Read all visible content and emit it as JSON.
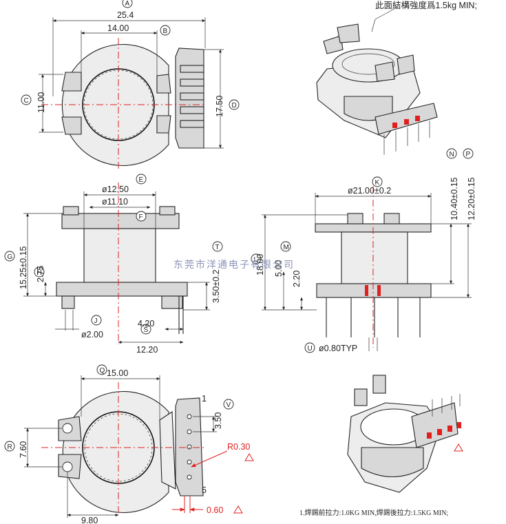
{
  "top_note": "此面結構強度爲1.5kg MIN;",
  "watermark": "东莞市洋通电子有限公司",
  "bottom_note": "1.焊錫前拉力:1.0KG MIN,焊錫後拉力:1.5KG MIN;",
  "labels": {
    "A": "A",
    "B": "B",
    "C": "C",
    "D": "D",
    "E": "E",
    "F": "F",
    "G": "G",
    "H": "H",
    "J": "J",
    "K": "K",
    "L": "L",
    "M": "M",
    "N": "N",
    "P": "P",
    "Q": "Q",
    "R": "R",
    "S": "S",
    "T": "T",
    "U": "U",
    "V": "V"
  },
  "dims": {
    "A": "25.4",
    "B": "14.00",
    "C": "11.00",
    "D": "17.50",
    "E": "ø12.50",
    "F": "ø11.10",
    "G": "15.25±0.15",
    "H": "2.75",
    "J": "ø2.00",
    "S": "4.20",
    "S2": "12.20",
    "T": "3.50±0.2",
    "K": "ø21.00±0.2",
    "L": "18.00",
    "M": "5.00",
    "M2": "2.20",
    "N": "10.40±0.15",
    "P": "12.20±0.15",
    "U": "ø0.80TYP",
    "Q": "15.00",
    "R": "7.60",
    "R2": "9.80",
    "V": "3.50",
    "R030": "R0.30",
    "W": "0.60",
    "pin1": "1",
    "pin5": "5"
  },
  "colors": {
    "accent": "#e02020",
    "part_fill": "#d8d8d8",
    "watermark": "#8a93b8"
  }
}
